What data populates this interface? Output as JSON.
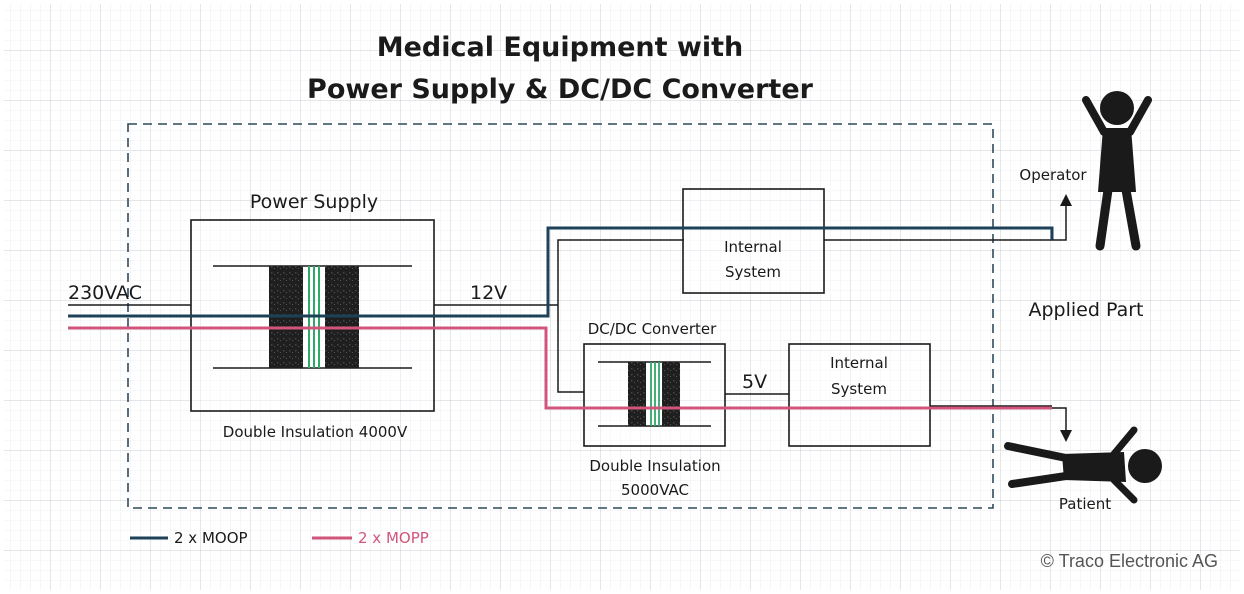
{
  "title": {
    "line1": "Medical Equipment with",
    "line2": "Power Supply & DC/DC Converter"
  },
  "power_supply": {
    "label": "Power Supply",
    "insulation": "Double Insulation 4000V"
  },
  "input_label": "230VAC",
  "output_12v": "12V",
  "output_5v": "5V",
  "internal_system_top": {
    "line1": "Internal",
    "line2": "System"
  },
  "internal_system_bottom": {
    "line1": "Internal",
    "line2": "System"
  },
  "dcdc": {
    "label": "DC/DC Converter",
    "insulation_line1": "Double Insulation",
    "insulation_line2": "5000VAC"
  },
  "operator_label": "Operator",
  "applied_part_label": "Applied Part",
  "patient_label": "Patient",
  "legend": {
    "moop": "2 x MOOP",
    "mopp": "2 x MOPP"
  },
  "copyright": "© Traco Electronic AG",
  "colors": {
    "moop": "#1d4157",
    "mopp": "#d1557a",
    "grid": "#c9ced6",
    "ink": "#1a1a1a",
    "isolation": "#2fa86a"
  }
}
